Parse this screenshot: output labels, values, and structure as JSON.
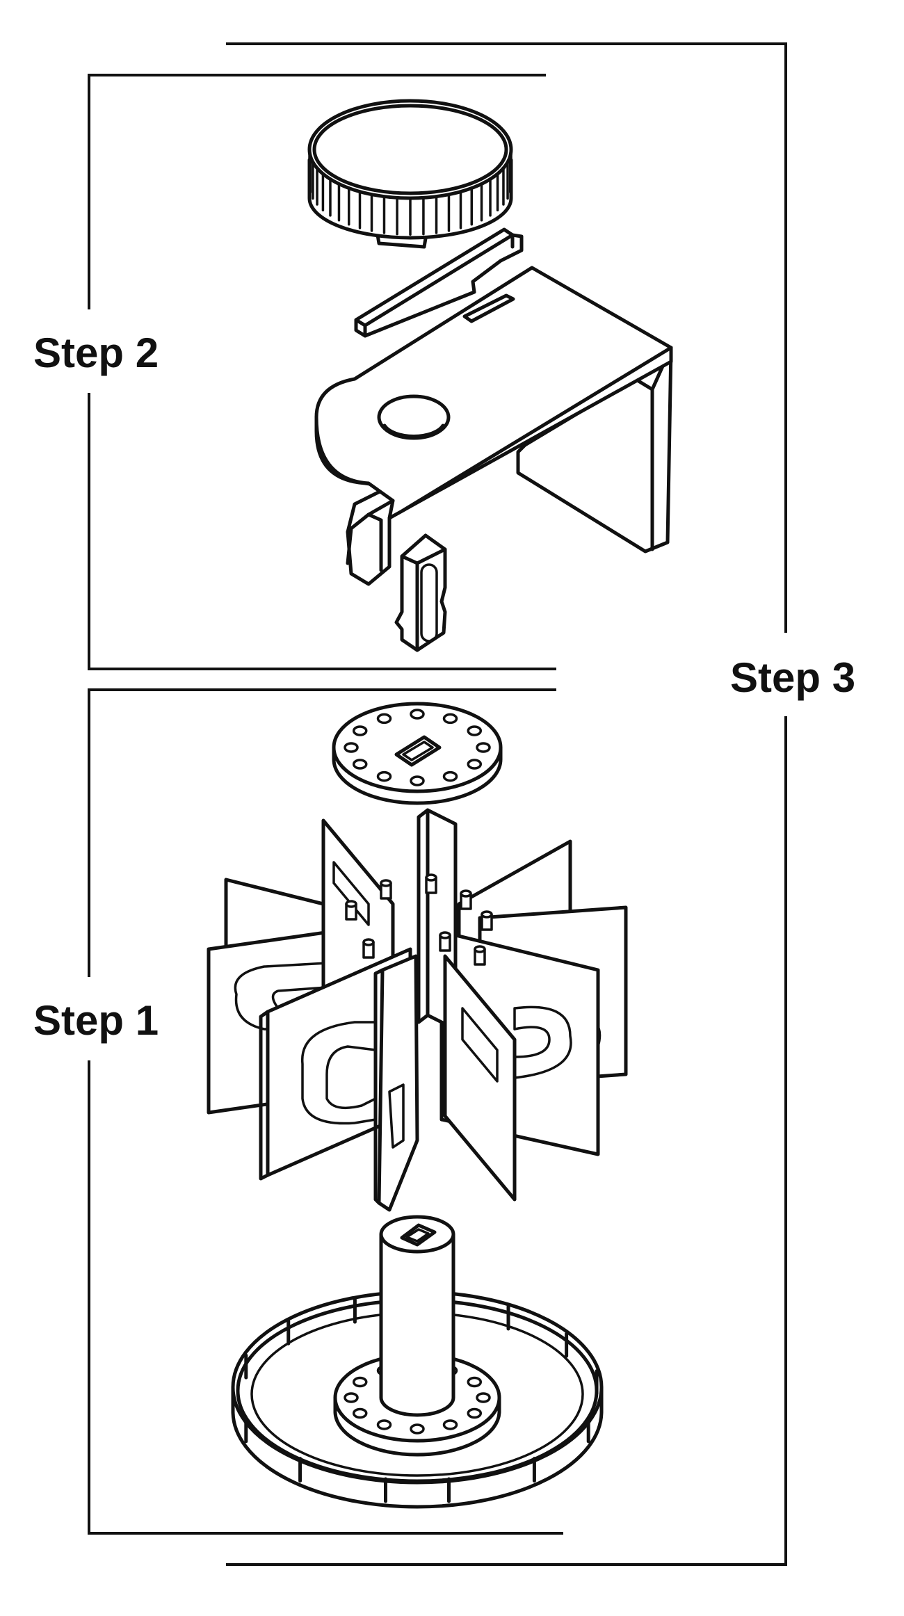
{
  "steps": {
    "step1": "Step 1",
    "step2": "Step 2",
    "step3": "Step 3"
  },
  "colors": {
    "line": "#111111",
    "background": "#ffffff"
  }
}
